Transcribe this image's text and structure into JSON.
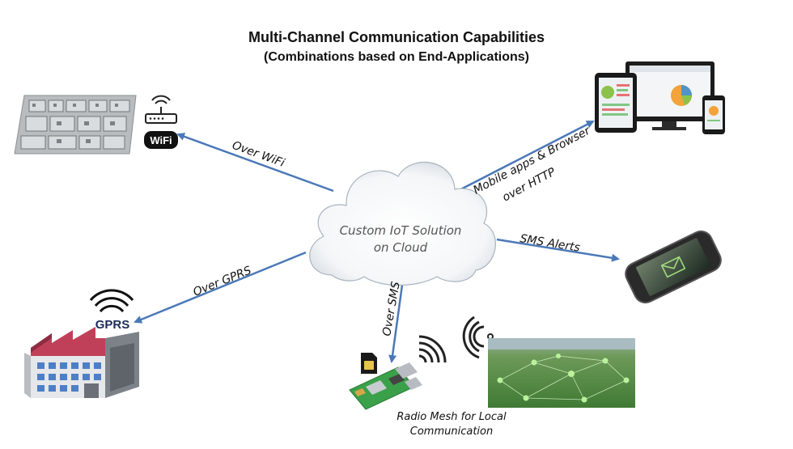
{
  "header": {
    "title": "Multi-Channel Communication Capabilities",
    "subtitle": "(Combinations based on End-Applications)"
  },
  "cloud": {
    "line1": "Custom IoT Solution",
    "line2": "on Cloud"
  },
  "channels": {
    "wifi": "Over WiFi",
    "mobile_line1": "Mobile apps & Browser",
    "mobile_line2": "over HTTP",
    "sms_alerts": "SMS Alerts",
    "gprs": "Over GPRS",
    "sms": "Over SMS"
  },
  "badges": {
    "gprs": "GPRS",
    "wifi": "WiFi"
  },
  "radio_mesh": {
    "line1": "Radio Mesh for Local",
    "line2": "Communication"
  },
  "colors": {
    "arrow": "#4a78b8",
    "factory_roof": "#c0405a",
    "board_green": "#3aa14a",
    "field_green": "#4f8f3e"
  },
  "icons": {
    "wifi_router": "router-icon",
    "gprs_signal": "signal-icon",
    "radio_signal": "signal-icon"
  }
}
